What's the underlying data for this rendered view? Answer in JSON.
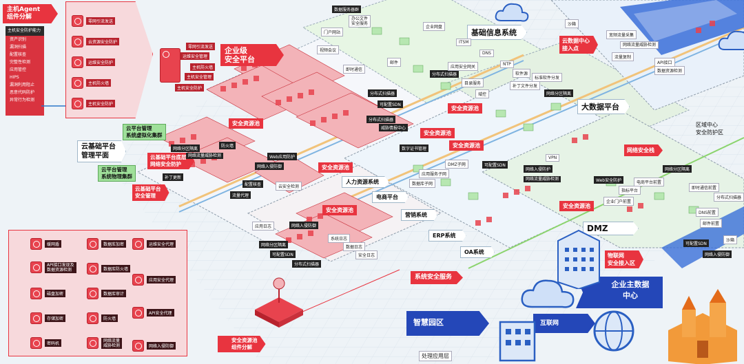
{
  "colors": {
    "accent_red": "#e8343f",
    "dark_red": "#b8222d",
    "brand_blue": "#2447b8",
    "green": "#9fe09a",
    "floor": "#eef3f7"
  },
  "left_panel": {
    "title": "主机Agent\n组件分解",
    "header": "主机安全防护能力",
    "items": [
      "资产识别",
      "漏洞扫描",
      "配置核查",
      "完整性检测",
      "应用管控",
      "HIPS",
      "漏洞利用阻止",
      "恶意代码防护",
      "异常行为检测"
    ]
  },
  "agent_callout": {
    "items": [
      "零网引流发送",
      "云资源安全防护",
      "运维安全防护",
      "主机防火墙",
      "主机安全防护"
    ]
  },
  "small_cluster": {
    "items": [
      "零网引流发送",
      "运维安全管理",
      "主机防火墙",
      "主机安全管理",
      "主机安全防护"
    ]
  },
  "titles": {
    "enterprise_platform": "企业级\n安全平台",
    "basic_info": "基础信息系统",
    "big_data": "大数据平台",
    "cloud_base": "云基础平台\n管理平面",
    "cloud_mgmt_virtual": "云平台管理\n系统虚拟化集群",
    "cloud_base_network": "云基础平台底层\n网络安全防护",
    "cloud_mgmt_physical": "云平台管理\n系统物理集群",
    "cloud_base_security": "云基础平台\n安全管理",
    "dmz": "DMZ",
    "enterprise_data": "企业主数据\n中心",
    "smart_park": "智慧园区",
    "internet": "互联网",
    "cloud_dc_access": "云数据中心\n接入点",
    "region_center": "区域中心\n安全防护区",
    "iot_access": "物联网\n安全接入区",
    "system_security": "系统安全服务",
    "security_pool_decomp": "安全资源池\n组件分解",
    "processing_layer": "处理应用层"
  },
  "biz_systems": [
    "人力资源系统",
    "电商平台",
    "营销系统",
    "ERP系统",
    "OA系统"
  ],
  "top_labels": [
    "数据服务器群",
    "办公文件\n安全服务",
    "门户网站",
    "企业网盘",
    "ITSM",
    "DNS",
    "NTP",
    "视频会议",
    "即时通信",
    "邮件",
    "分布式扫描器",
    "应用安全网关",
    "目录服务",
    "补丁文件分发",
    "软件源",
    "标准软件分发",
    "域控",
    "分布式扫描器",
    "可配置SDN"
  ],
  "security_pool_labels": [
    "安全资源池",
    "安全资源池",
    "安全资源池",
    "安全资源池",
    "安全资源池",
    "安全资源池",
    "安全资源池"
  ],
  "mid_labels": [
    "分布式扫描器",
    "可配置SDN",
    "威胁情报中心",
    "数字证书管理",
    "网络分区隔离",
    "DMZ子网",
    "应用服务子网",
    "数据库子网",
    "防火墙",
    "网络流量威胁检测",
    "Web应用防护",
    "网络入侵防御",
    "配置核查",
    "云安全检测",
    "补丁更新",
    "流量代理"
  ],
  "right_labels": [
    "沙箱",
    "宽频流量采集",
    "网络流量威胁检测",
    "流量复制",
    "API接口",
    "数据资源检测",
    "网络分区隔离",
    "网络安全栈",
    "VPN",
    "Web安全防护",
    "网络入侵防护",
    "即时通信前置",
    "DNS前置",
    "邮件前置",
    "分布式扫描器",
    "可配置SDN",
    "网络流量威胁检测",
    "网络分区隔离",
    "指标平台",
    "企业门户前置",
    "电商平台前置",
    "沙箱",
    "网络入侵防御"
  ],
  "bottom_left": {
    "items": [
      "缓网盾",
      "API接口发现及\n数据资源检测",
      "磁盘加密",
      "存储加密",
      "密码机",
      "数据库加密",
      "数据库防火墙",
      "数据库审计",
      "防火墙",
      "网络流量\n威胁检测",
      "运维安全代理",
      "应用安全代理",
      "API安全代理",
      "网络入侵防御"
    ]
  },
  "bottom_cluster_labels": [
    "网络分区隔离",
    "网络入侵防御",
    "可配置SDN",
    "分布式扫描器",
    "应用日志",
    "系统日志",
    "数据日志",
    "安全日志"
  ]
}
